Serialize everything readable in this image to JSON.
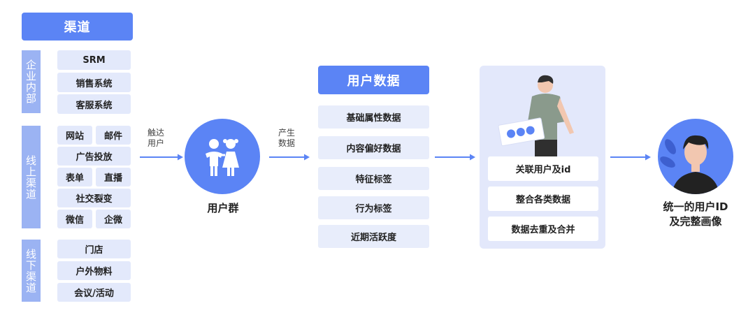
{
  "channels": {
    "title": "渠道",
    "groups": [
      {
        "label": "企业内部",
        "items": [
          [
            "SRM"
          ],
          [
            "销售系统"
          ],
          [
            "客服系统"
          ]
        ]
      },
      {
        "label": "线上渠道",
        "items": [
          [
            "网站",
            "邮件"
          ],
          [
            "广告投放"
          ],
          [
            "表单",
            "直播"
          ],
          [
            "社交裂变"
          ],
          [
            "微信",
            "企微"
          ]
        ]
      },
      {
        "label": "线下渠道",
        "items": [
          [
            "门店"
          ],
          [
            "户外物料"
          ],
          [
            "会议/活动"
          ]
        ]
      }
    ]
  },
  "arrows": {
    "reach": [
      "触达",
      "用户"
    ],
    "produce": [
      "产生",
      "数据"
    ]
  },
  "user_group": {
    "label": "用户群"
  },
  "user_data": {
    "title": "用户数据",
    "items": [
      "基础属性数据",
      "内容偏好数据",
      "特征标签",
      "行为标签",
      "近期活跃度"
    ]
  },
  "processing": {
    "items": [
      "关联用户及id",
      "整合各类数据",
      "数据去重及合并"
    ]
  },
  "result": {
    "line1": "统一的用户ID",
    "line2": "及完整画像"
  },
  "colors": {
    "accent": "#5b84f5",
    "light": "#e6ecfb",
    "label": "#9bb3f3",
    "panel": "#e3e8fb"
  }
}
